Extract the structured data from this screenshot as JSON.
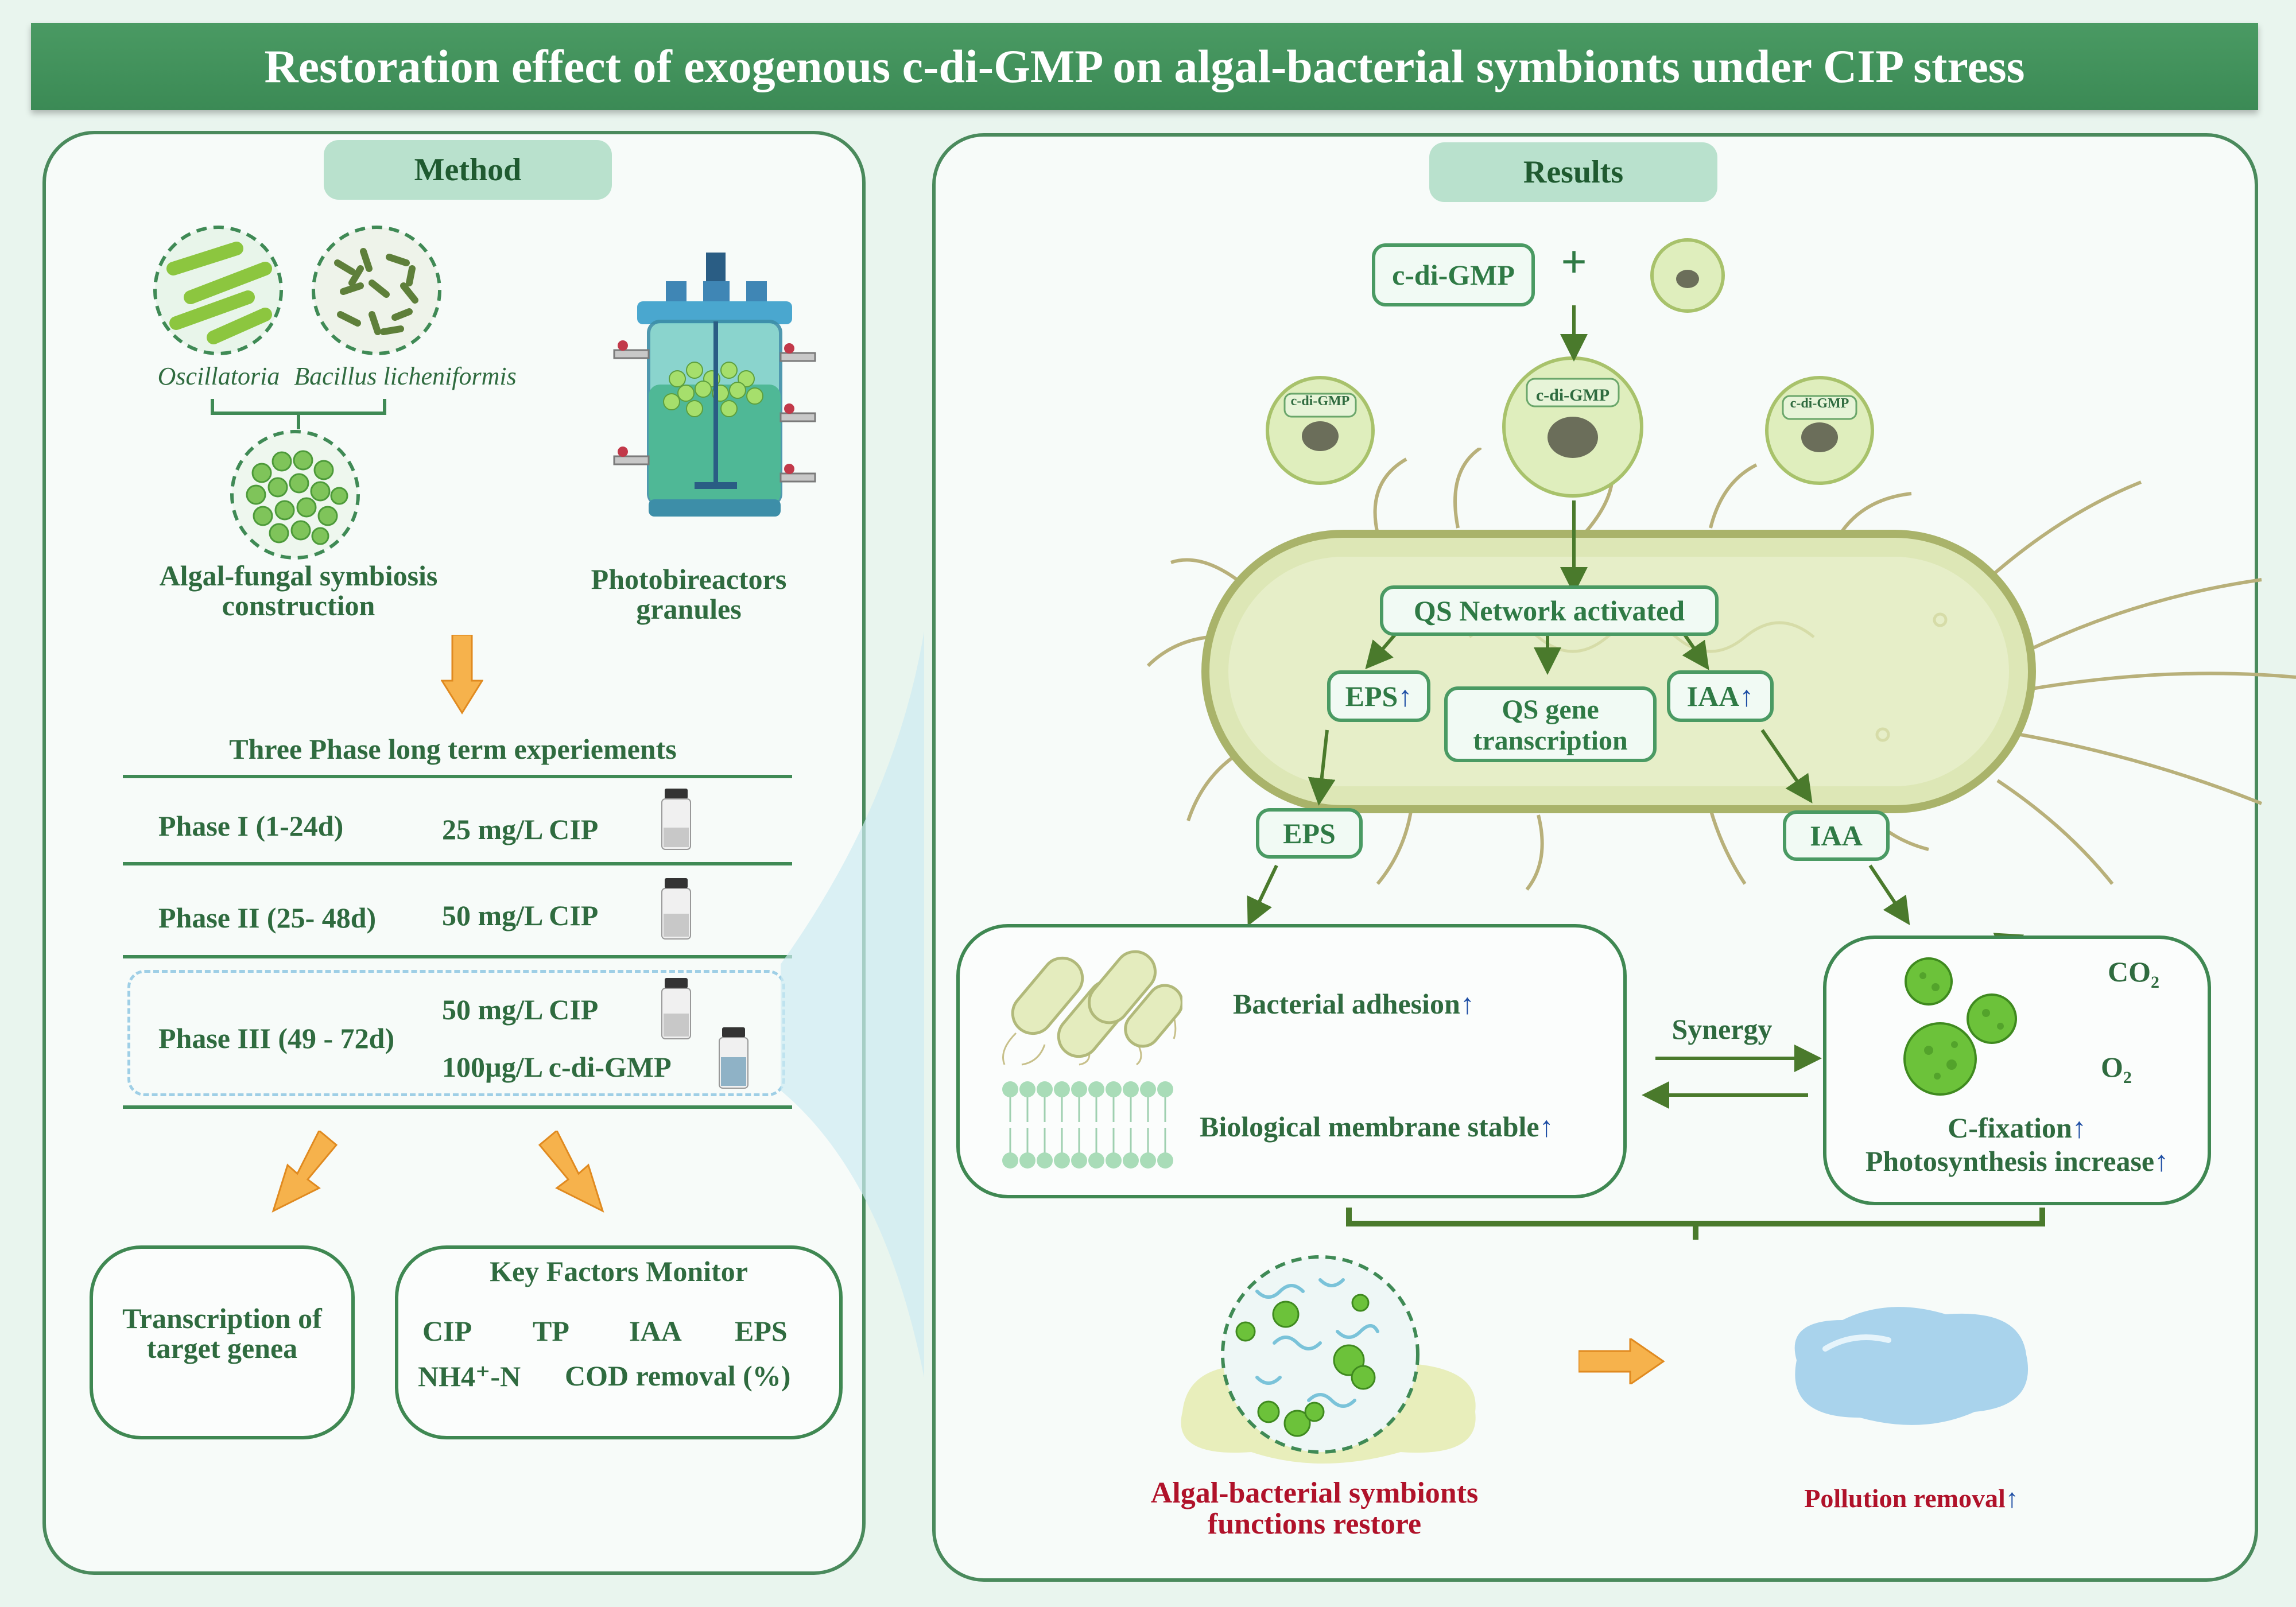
{
  "title": "Restoration effect of exogenous c-di-GMP on algal-bacterial symbionts under CIP stress",
  "method": {
    "header": "Method",
    "organism1": "Oscillatoria",
    "organism2": "Bacillus licheniformis",
    "symbiosis_line1": "Algal-fungal symbiosis",
    "symbiosis_line2": "construction",
    "reactor_line1": "Photobireactors",
    "reactor_line2": "granules",
    "experiment_title": "Three Phase long term experiements",
    "phases": [
      {
        "name": "Phase I (1-24d)",
        "dose1": "25 mg/L CIP",
        "dose2": ""
      },
      {
        "name": "Phase II (25- 48d)",
        "dose1": "50 mg/L CIP",
        "dose2": ""
      },
      {
        "name": "Phase III (49 - 72d)",
        "dose1": "50 mg/L CIP",
        "dose2": "100µg/L c-di-GMP"
      }
    ],
    "transcription_line1": "Transcription of",
    "transcription_line2": "target genea",
    "key_factors_title": "Key Factors Monitor",
    "factors_row1": [
      "CIP",
      "TP",
      "IAA",
      "EPS"
    ],
    "factor_nh4": "NH4⁺-N",
    "factor_cod": "COD removal (%)"
  },
  "results": {
    "header": "Results",
    "cdigmp_label": "c-di-GMP",
    "plus_sign": "+",
    "cell_label": "c-di-GMP",
    "qs_network": "QS Network activated",
    "eps_inner": "EPS",
    "qs_gene_line1": "QS gene",
    "qs_gene_line2": "transcription",
    "iaa_inner": "IAA",
    "eps_outer": "EPS",
    "iaa_outer": "IAA",
    "bacterial_adhesion": "Bacterial adhesion",
    "membrane_stable": "Biological membrane stable",
    "synergy": "Synergy",
    "co2": "CO",
    "o2": "O",
    "subscript_2": "2",
    "c_fixation": "C-fixation",
    "photosynthesis": "Photosynthesis increase",
    "up_arrow": "↑",
    "restore_line1": "Algal-bacterial symbionts",
    "restore_line2": "functions restore",
    "pollution_removal": "Pollution removal",
    "colors": {
      "accent": "#4a9a63",
      "red_text": "#b0122a",
      "up_arrow": "#1f4fa5",
      "orange_arrow": "#f6b24c"
    }
  }
}
